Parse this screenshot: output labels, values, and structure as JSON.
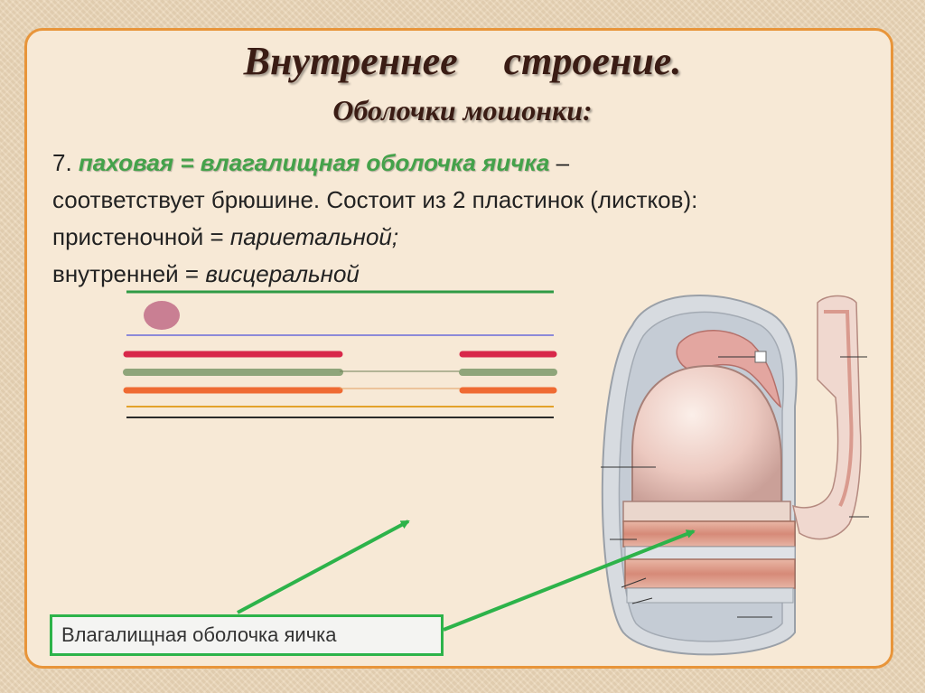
{
  "title": {
    "line1": "Внутреннее строение.",
    "line2": "Оболочки мошонки:"
  },
  "body": {
    "number": "7.",
    "term": "паховая = влагалищная оболочка яичка",
    "dash": " –",
    "line2": "соответствует брюшине. Состоит из 2 пластинок (листков):",
    "line3_plain": "пристеночной = ",
    "line3_italic": "париетальной;",
    "line4_plain": "внутренней = ",
    "line4_italic": "висцеральной"
  },
  "label": {
    "text": "Влагалищная оболочка яичка"
  },
  "colors": {
    "frame": "#e8953a",
    "arrow": "#2db34a",
    "layer_green": "#2f9a45",
    "layer_blue": "#6a6ad8",
    "layer_red": "#d8284a",
    "layer_olive": "#8fa57a",
    "layer_orange": "#ef6a32",
    "layer_yellow": "#e3a22a",
    "layer_black": "#2a2a2a",
    "dot": "#c97f93"
  }
}
